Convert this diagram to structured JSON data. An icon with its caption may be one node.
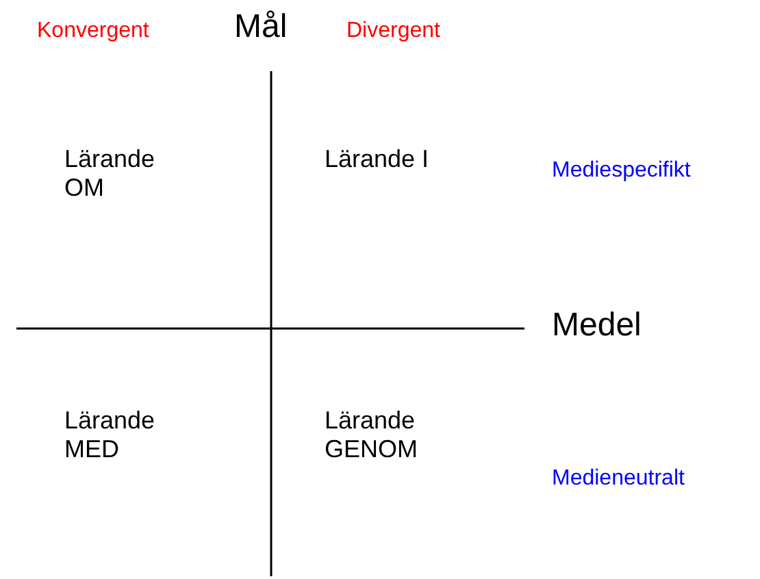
{
  "diagram": {
    "labels": [
      "Konvergent",
      "Mål",
      "Divergent",
      "Lärande OM",
      "Lärande I",
      "Mediespecifikt",
      "Medel",
      "Lärande MED",
      "Lärande GENOM",
      "Medieneutralt"
    ]
  }
}
